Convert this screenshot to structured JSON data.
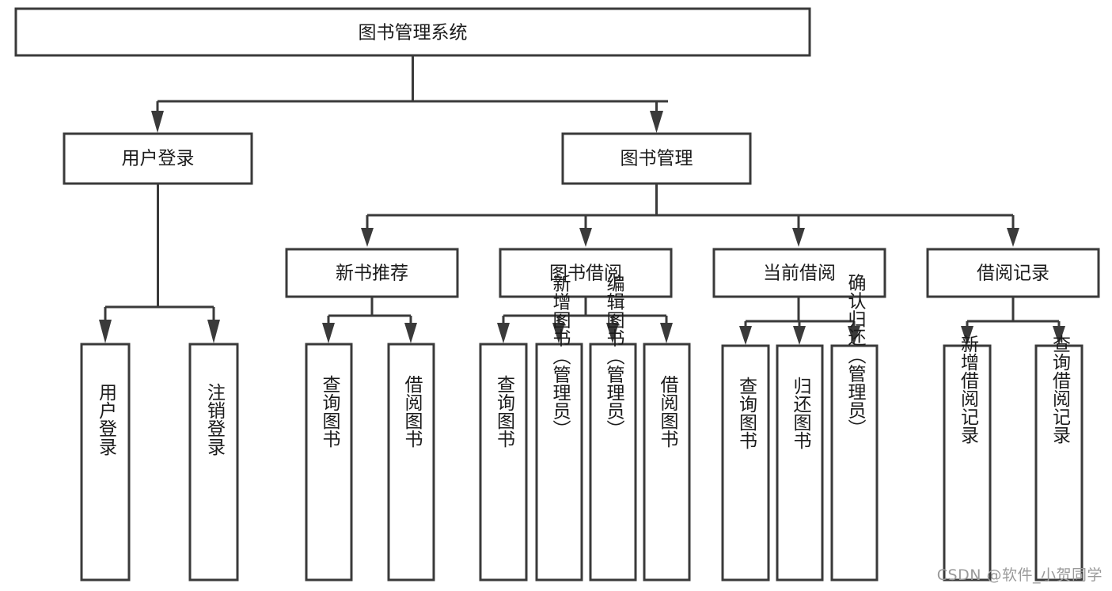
{
  "diagram": {
    "title": "图书管理系统",
    "type": "tree-hierarchy",
    "watermark": "CSDN @软件_小贺同学",
    "colors": {
      "stroke": "#3a3a3a",
      "box_fill": "#ffffff",
      "text": "#1b1b1b",
      "background": "#ffffff",
      "watermark": "#9a9a9a"
    },
    "levels": {
      "root": {
        "label": "图书管理系统"
      },
      "level2": [
        {
          "label": "用户登录"
        },
        {
          "label": "图书管理"
        }
      ],
      "level3": [
        {
          "label": "新书推荐"
        },
        {
          "label": "图书借阅"
        },
        {
          "label": "当前借阅"
        },
        {
          "label": "借阅记录"
        }
      ],
      "leaves": {
        "user_login": [
          {
            "label": "用户登录"
          },
          {
            "label": "注销登录"
          }
        ],
        "new_book_recommend": [
          {
            "label": "查询图书"
          },
          {
            "label": "借阅图书"
          }
        ],
        "book_borrow": [
          {
            "label": "查询图书"
          },
          {
            "label": "新增图书（管理员）"
          },
          {
            "label": "编辑图书（管理员）"
          },
          {
            "label": "借阅图书"
          }
        ],
        "current_borrow": [
          {
            "label": "查询图书"
          },
          {
            "label": "归还图书"
          },
          {
            "label": "确认归还（管理员）"
          }
        ],
        "borrow_records": [
          {
            "label": "新增借阅记录"
          },
          {
            "label": "查询借阅记录"
          }
        ]
      }
    }
  }
}
